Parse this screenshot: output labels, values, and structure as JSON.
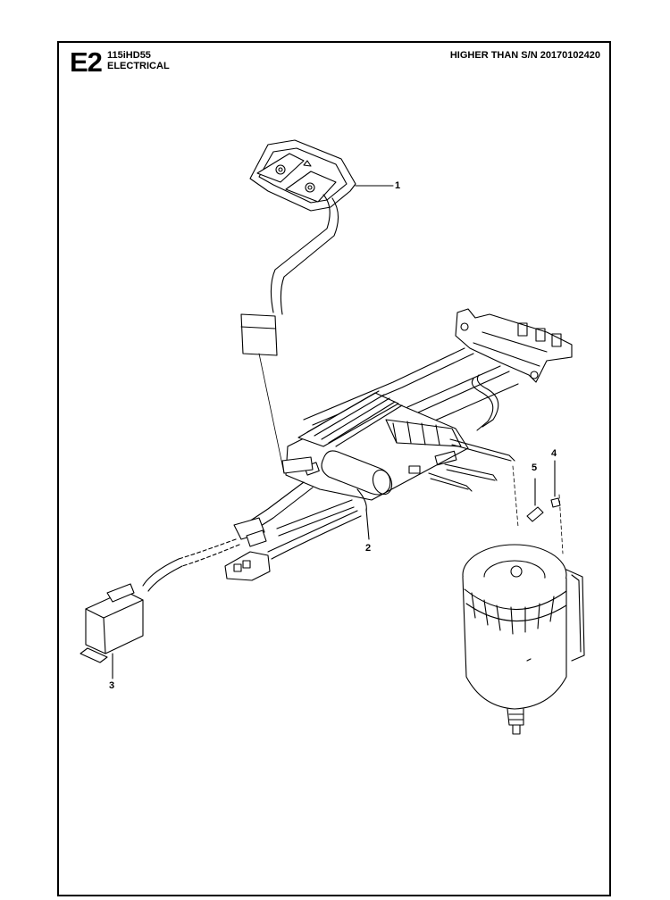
{
  "header": {
    "section_code": "E2",
    "model": "115iHD55",
    "group": "ELECTRICAL",
    "serial_note": "HIGHER THAN S/N 20170102420"
  },
  "callouts": [
    "1",
    "2",
    "3",
    "4",
    "5"
  ],
  "parts": [
    {
      "ref": "1",
      "icon": "control-panel-icon"
    },
    {
      "ref": "2",
      "icon": "circuit-board-icon"
    },
    {
      "ref": "3",
      "icon": "micro-switch-icon"
    },
    {
      "ref": "4",
      "icon": "nut-icon"
    },
    {
      "ref": "5",
      "icon": "pin-icon"
    }
  ]
}
